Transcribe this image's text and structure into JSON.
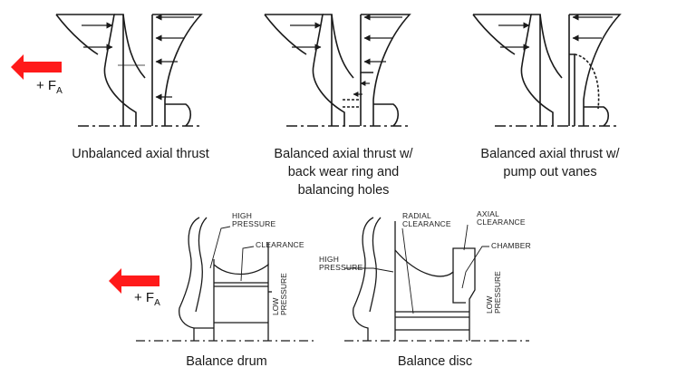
{
  "captions": {
    "unbalanced": [
      "Unbalanced axial thrust"
    ],
    "wear_ring": [
      "Balanced axial thrust w/",
      "back wear ring and",
      "balancing holes"
    ],
    "pump_out": [
      "Balanced axial thrust w/",
      "pump out vanes"
    ],
    "drum": [
      "Balance drum"
    ],
    "disc": [
      "Balance disc"
    ]
  },
  "force_label": {
    "prefix": "+ F",
    "subscript": "A"
  },
  "drum_labels": {
    "high_pressure": [
      "HIGH",
      "PRESSURE"
    ],
    "clearance": [
      "CLEARANCE"
    ],
    "low_pressure": [
      "LOW",
      "PRESSURE"
    ]
  },
  "disc_labels": {
    "radial_clearance": [
      "RADIAL",
      "CLEARANCE"
    ],
    "axial_clearance": [
      "AXIAL",
      "CLEARANCE"
    ],
    "chamber": [
      "CHAMBER"
    ],
    "high_pressure": [
      "HIGH",
      "PRESSURE"
    ],
    "low_pressure": [
      "LOW",
      "PRESSURE"
    ]
  },
  "colors": {
    "arrow": "#ff1a1a",
    "line": "#1a1a1a"
  }
}
